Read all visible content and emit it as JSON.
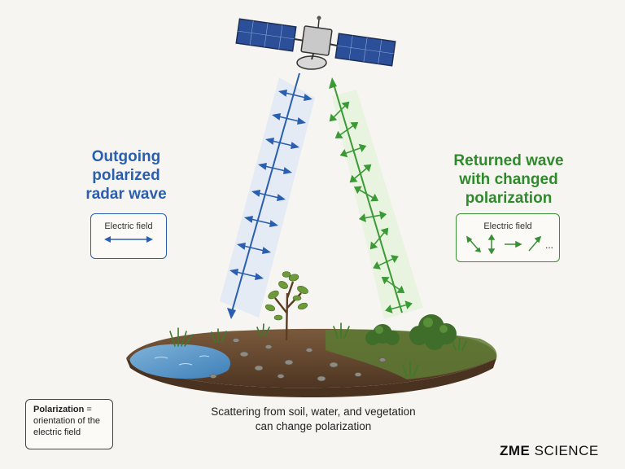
{
  "outgoing": {
    "title_line1": "Outgoing",
    "title_line2": "polarized",
    "title_line3": "radar wave",
    "legend_label": "Electric field",
    "color": "#2a5fb0"
  },
  "returned": {
    "title_line1": "Returned wave",
    "title_line2": "with changed",
    "title_line3": "polarization",
    "legend_label": "Electric field",
    "legend_ellipsis": "...",
    "color": "#2f8a2c"
  },
  "polarization_note": {
    "term": "Polarization",
    "eq": " =",
    "line2": "orientation of the",
    "line3": "electric field"
  },
  "caption": {
    "line1": "Scattering from soil, water, and vegetation",
    "line2": "can change polarization"
  },
  "logo": {
    "part1": "ZME",
    "part2": "SCIENCE"
  }
}
